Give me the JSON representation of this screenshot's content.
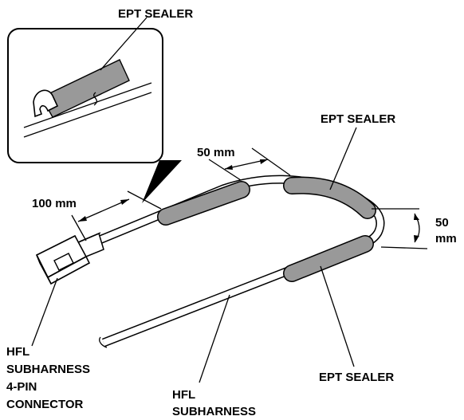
{
  "labels": {
    "ept_sealer_top": "EPT SEALER",
    "ept_sealer_right": "EPT SEALER",
    "ept_sealer_bottom": "EPT SEALER",
    "dim_50mm_top": "50 mm",
    "dim_100mm": "100 mm",
    "dim_50_right": "50",
    "dim_mm_right": "mm",
    "connector_line1": "HFL",
    "connector_line2": "SUBHARNESS",
    "connector_line3": "4-PIN",
    "connector_line4": "CONNECTOR",
    "subharness_line1": "HFL",
    "subharness_line2": "SUBHARNESS"
  },
  "colors": {
    "sealer_fill": "#999999",
    "line": "#000000",
    "background": "#ffffff"
  }
}
